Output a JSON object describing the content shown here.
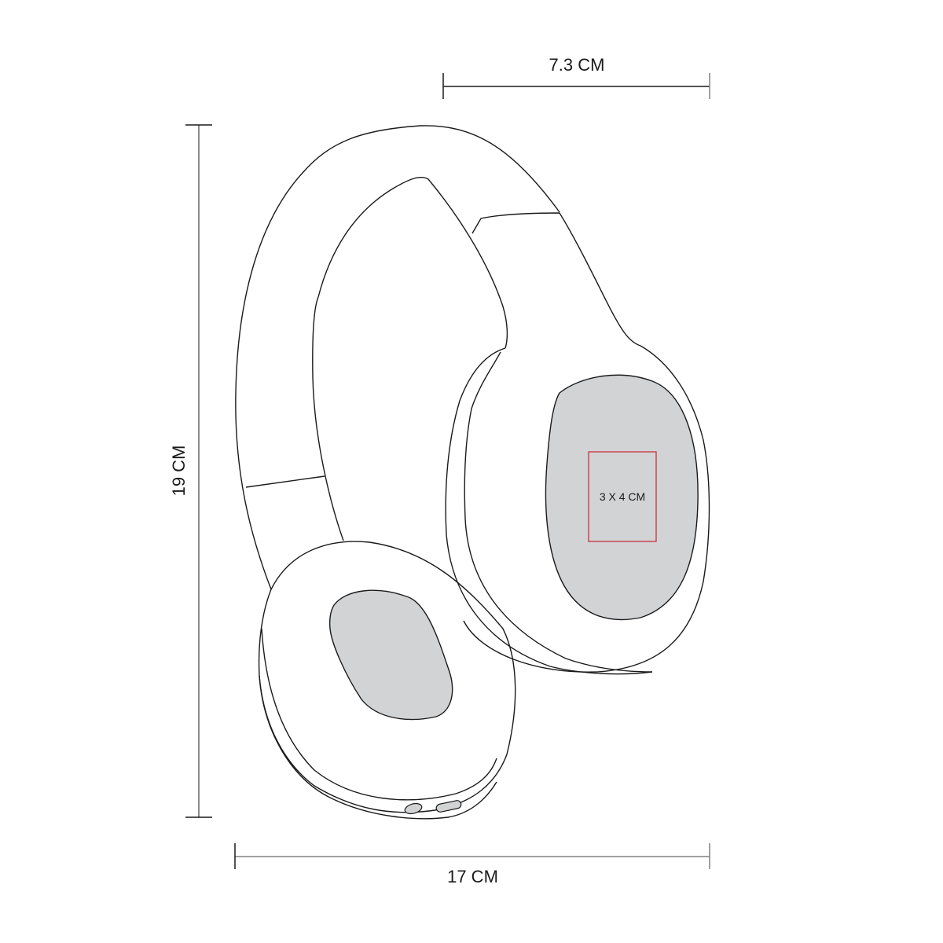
{
  "diagram": {
    "subject": "Over-ear headphones product dimension drawing",
    "dimensions": {
      "width_top": "7.3 CM",
      "width_total": "17 CM",
      "height_total": "19 CM"
    },
    "print_area": {
      "label": "3 X 4 CM",
      "border_color": "#c8323c"
    },
    "colors": {
      "outline": "#1a1a1a",
      "fill_gray": "#d2d3d5",
      "dimension_line": "#808080",
      "background": "#ffffff"
    }
  }
}
